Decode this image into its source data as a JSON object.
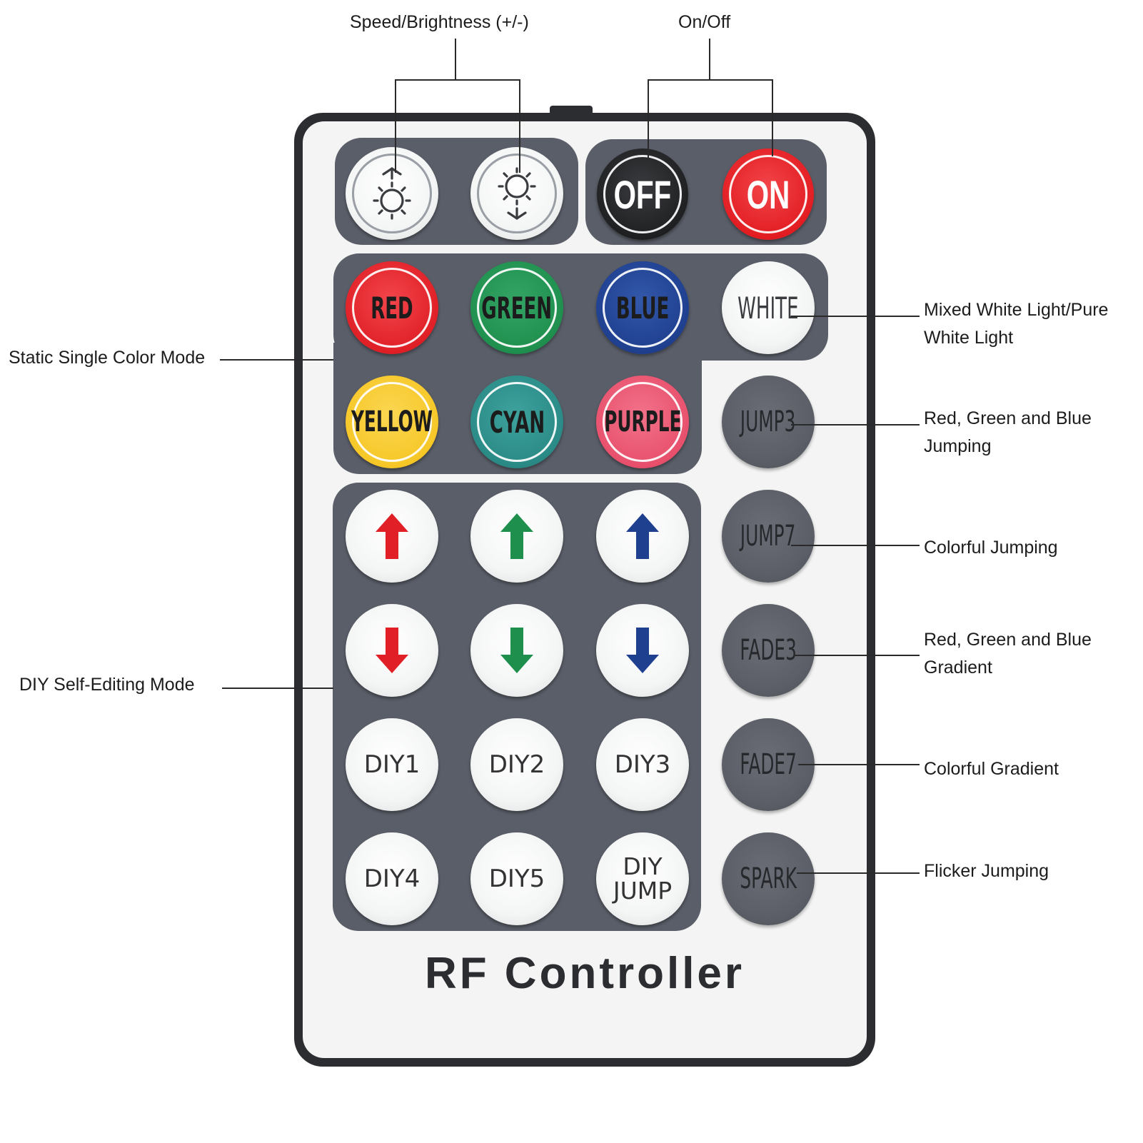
{
  "callouts": {
    "speed_brightness": "Speed/Brightness (+/-)",
    "on_off": "On/Off",
    "static_mode": "Static Single Color Mode",
    "diy_mode": "DIY Self-Editing Mode",
    "white": [
      "Mixed White Light/Pure",
      "White Light"
    ],
    "jump3": [
      "Red, Green and Blue",
      "Jumping"
    ],
    "jump7": "Colorful Jumping",
    "fade3": [
      "Red, Green and Blue",
      "Gradient"
    ],
    "fade7": "Colorful Gradient",
    "spark": "Flicker Jumping"
  },
  "buttons": {
    "off": "OFF",
    "on": "ON",
    "red": "RED",
    "green": "GREEN",
    "blue": "BLUE",
    "white": "WHITE",
    "yellow": "YELLOW",
    "cyan": "CYAN",
    "purple": "PURPLE",
    "jump3": "JUMP3",
    "jump7": "JUMP7",
    "fade3": "FADE3",
    "fade7": "FADE7",
    "spark": "SPARK",
    "diy1": "DIY1",
    "diy2": "DIY2",
    "diy3": "DIY3",
    "diy4": "DIY4",
    "diy5": "DIY5",
    "diy_jump": [
      "DIY",
      "JUMP"
    ]
  },
  "brand": "RF Controller",
  "colors": {
    "red": "#e01f26",
    "green": "#1f8f4e",
    "blue": "#1f3f8f",
    "yellow": "#f6c727",
    "cyan": "#2a8a86",
    "purple": "#e8506c",
    "off": "#1f2022",
    "on": "#e21d22",
    "panel": "#5a5e68",
    "grey_button": "#5b5e66"
  },
  "icons": {
    "brightness_up": "sun-plus-icon",
    "brightness_down": "sun-minus-icon",
    "arrow_up": "arrow-up-icon",
    "arrow_down": "arrow-down-icon"
  }
}
